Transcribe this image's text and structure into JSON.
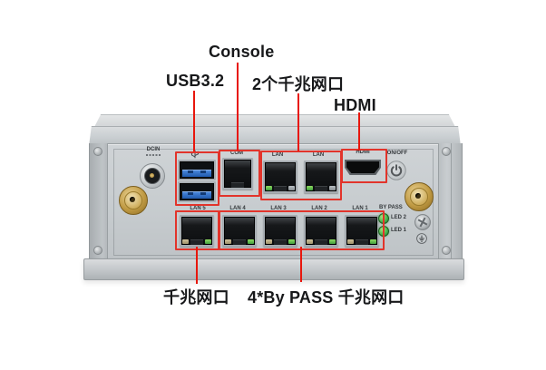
{
  "colors": {
    "annotation-red": "#e2342b",
    "line-red": "#e8170d",
    "usb-blue": "#2f74cc",
    "led-green": "#49b64e",
    "gold": "#c8a04e",
    "label-ink": "#17181a",
    "panel-ink": "#34383b"
  },
  "callouts": {
    "console": "Console",
    "usb": "USB3.2",
    "dual_lan": "2个千兆网口",
    "hdmi": "HDMI",
    "gigabit": "千兆网口",
    "bypass": "4*By PASS 千兆网口"
  },
  "panel": {
    "dcin": "DCIN",
    "com": "COM",
    "lan_top": [
      "LAN",
      "LAN"
    ],
    "hdmi": "HDMI",
    "power": "ON/OFF",
    "lan_bottom": [
      "LAN 5",
      "LAN 4",
      "LAN 3",
      "LAN 2",
      "LAN 1"
    ],
    "bypass": "BY PASS",
    "leds": [
      "LED 2",
      "LED 1"
    ]
  },
  "icons": {
    "usb": "usb-trident",
    "power": "power-symbol",
    "ground": "earth-ground",
    "antenna_left": "sma-antenna-connector",
    "antenna_right": "sma-antenna-connector",
    "screw": "phillips-screw"
  }
}
